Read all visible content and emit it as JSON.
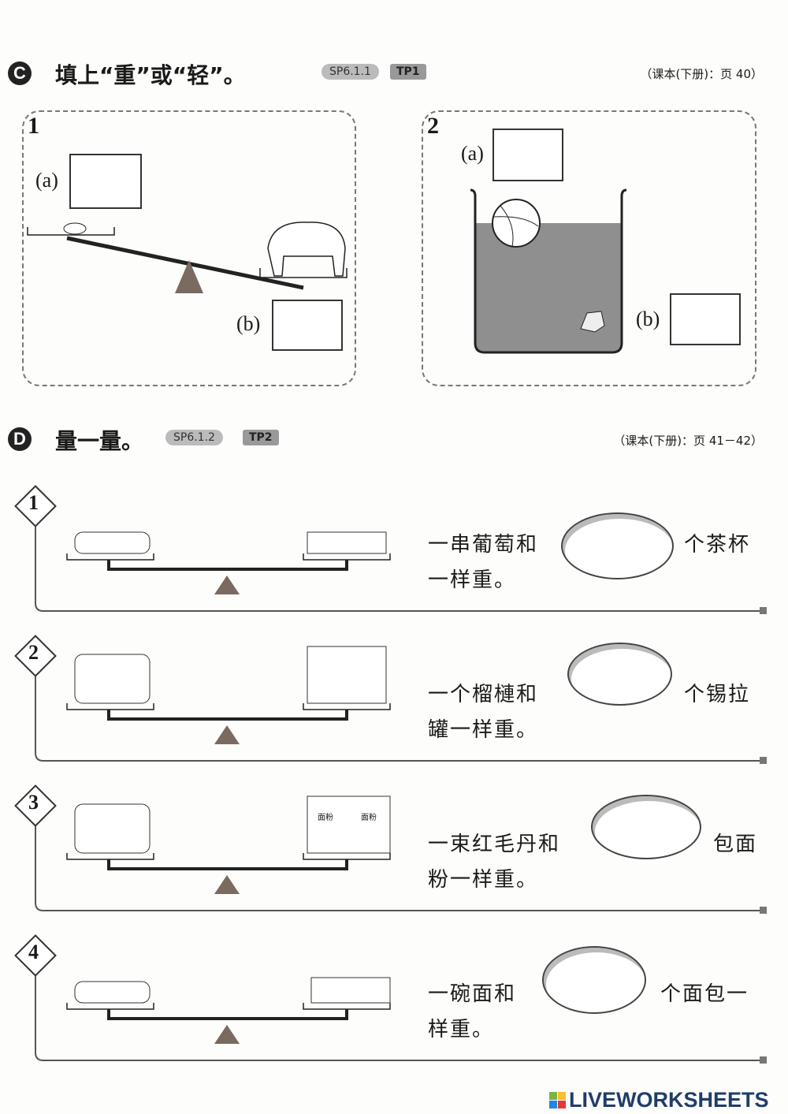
{
  "section_c": {
    "letter": "C",
    "title": "填上“重”或“轻”。",
    "sp": "SP6.1.1",
    "tp": "TP1",
    "ref": "（课本(下册)：页 40）",
    "panels": [
      {
        "number": "1",
        "label_a": "(a)",
        "label_b": "(b)",
        "answer_a": "",
        "answer_b": ""
      },
      {
        "number": "2",
        "label_a": "(a)",
        "label_b": "(b)",
        "answer_a": "",
        "answer_b": ""
      }
    ]
  },
  "section_d": {
    "letter": "D",
    "title": "量一量。",
    "sp": "SP6.1.2",
    "tp": "TP2",
    "ref": "（课本(下册)：页 41－42）",
    "items": [
      {
        "number": "1",
        "before": "一串葡萄和",
        "after": "个茶杯",
        "line2": "一样重。",
        "answer": ""
      },
      {
        "number": "2",
        "before": "一个榴槤和",
        "after": "个锡拉",
        "line2": "罐一样重。",
        "answer": ""
      },
      {
        "number": "3",
        "before": "一束红毛丹和",
        "after": "包面",
        "line2": "粉一样重。",
        "answer": "",
        "flour_label": "面粉"
      },
      {
        "number": "4",
        "before": "一碗面和",
        "after": "个面包一",
        "line2": "样重。",
        "answer": ""
      }
    ]
  },
  "footer": {
    "brand": "LIVEWORKSHEETS",
    "logo_letters": [
      "L",
      "I",
      "V",
      "E"
    ],
    "brand_color": "#1f3d6b"
  }
}
